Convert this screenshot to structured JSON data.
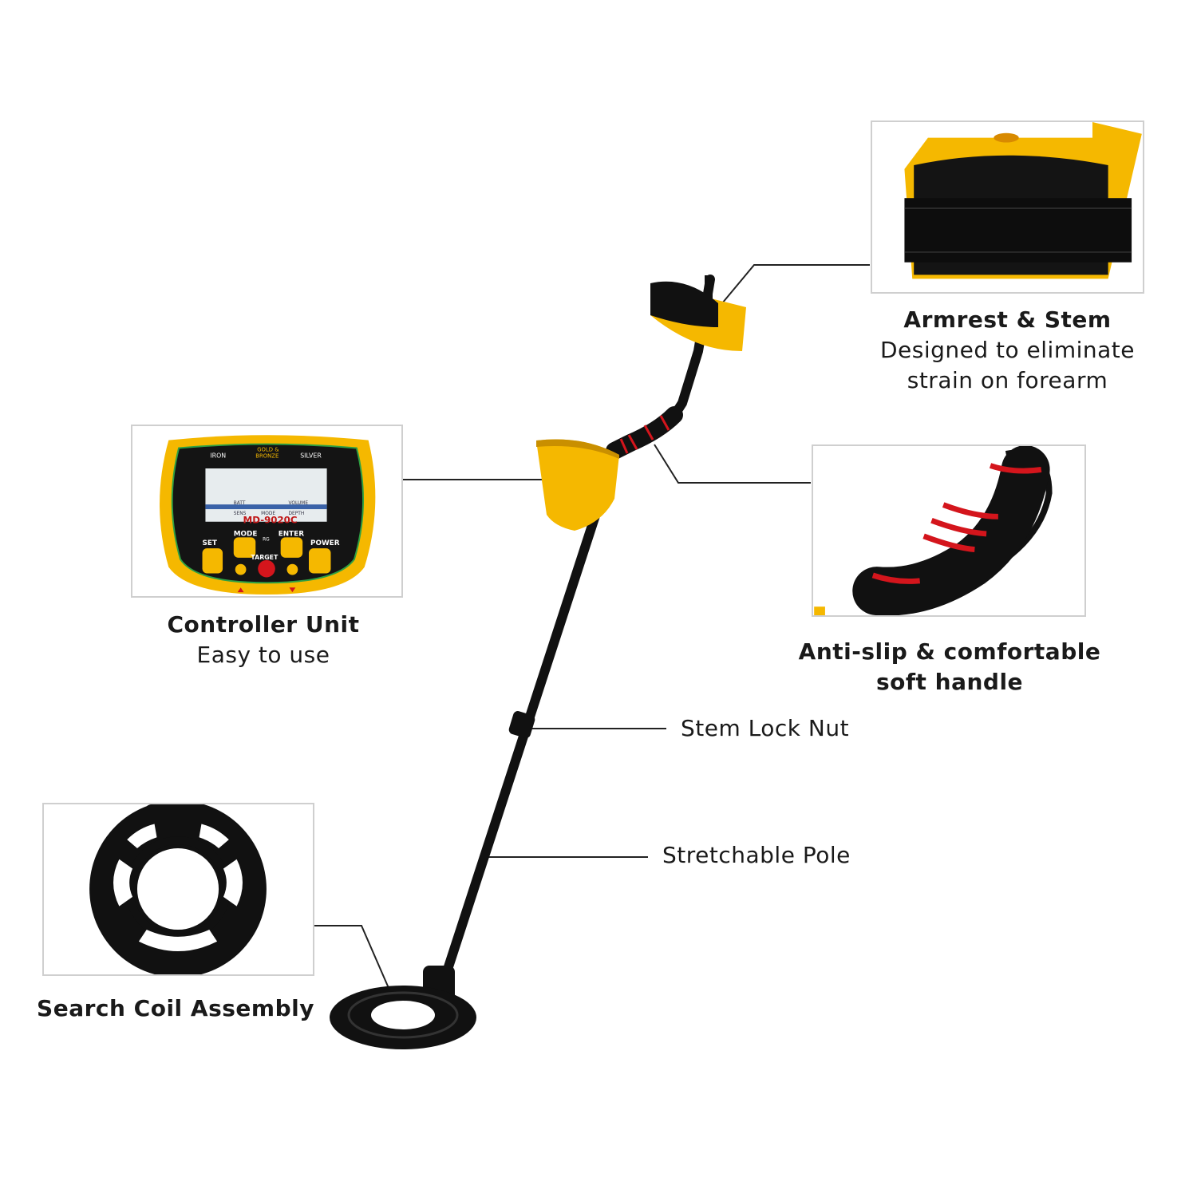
{
  "controller": {
    "title": "Controller Unit",
    "subtitle": "Easy to use",
    "panel": {
      "iron": "IRON",
      "gold_bronze_1": "GOLD &",
      "gold_bronze_2": "BRONZE",
      "silver": "SILVER",
      "model": "MD-9020C",
      "batt": "BATT",
      "volume": "VOLUME",
      "sens": "SENS",
      "mode": "MODE",
      "depth": "DEPTH",
      "btn_set": "SET",
      "btn_mode": "MODE",
      "btn_enter": "ENTER",
      "btn_power": "POWER",
      "btn_target": "TARGET",
      "rg": "RG"
    }
  },
  "armrest": {
    "title": "Armrest & Stem",
    "subtitle_1": "Designed to eliminate",
    "subtitle_2": "strain on forearm"
  },
  "handle": {
    "title_1": "Anti-slip & comfortable",
    "title_2": "soft handle"
  },
  "stem_lock": {
    "label": "Stem Lock Nut"
  },
  "pole": {
    "label": "Stretchable Pole"
  },
  "coil": {
    "title": "Search Coil Assembly"
  },
  "colors": {
    "yellow": "#f5b800",
    "black": "#111111",
    "red": "#d4151c",
    "leader": "#222222"
  }
}
